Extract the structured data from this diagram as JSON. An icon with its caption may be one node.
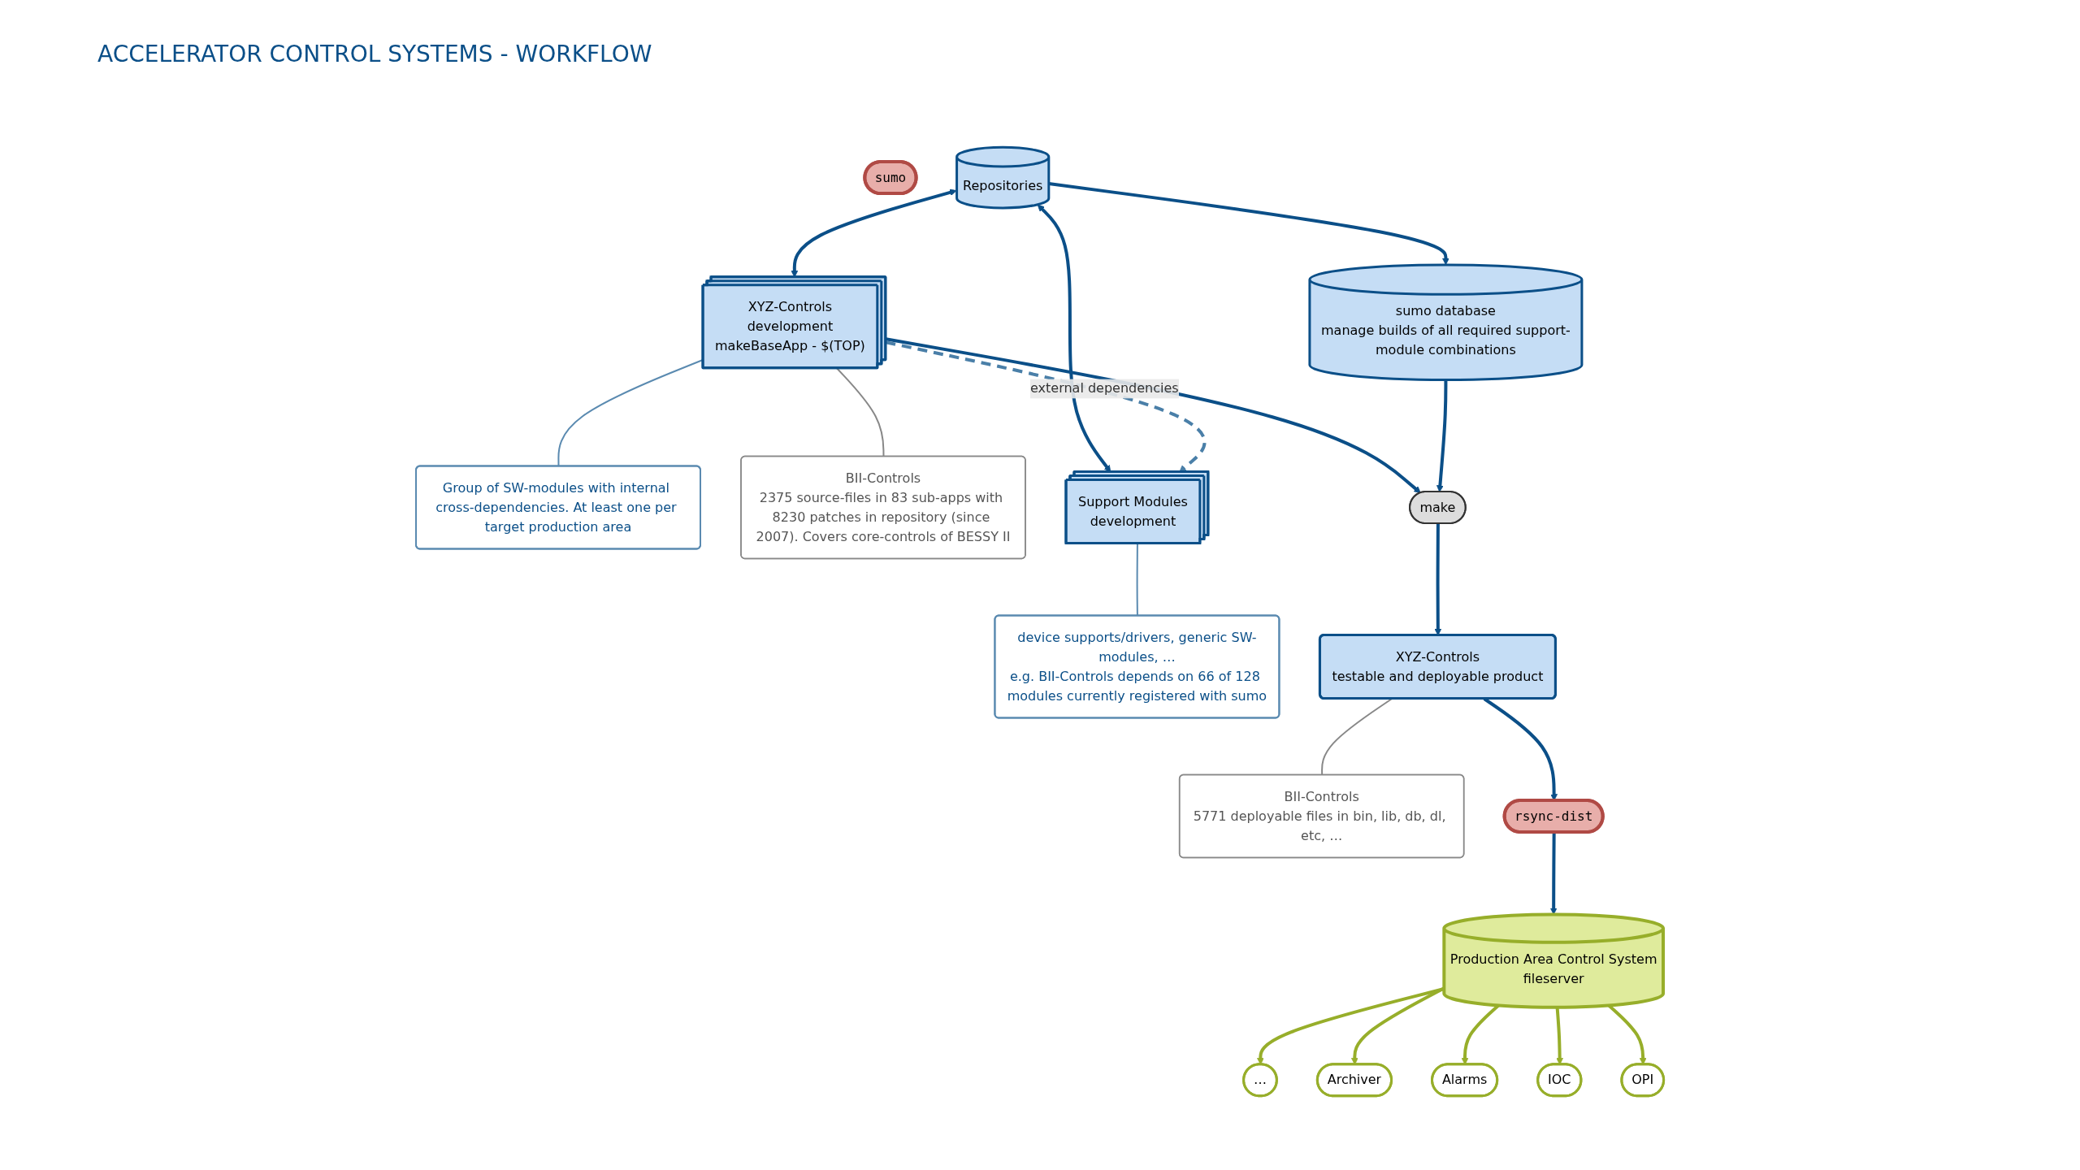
{
  "diagram": {
    "title": "ACCELERATOR CONTROL SYSTEMS - WORKFLOW",
    "nodes": [
      {
        "text": [
          "Repositories"
        ]
      },
      {
        "text": [
          "sumo database",
          "manage builds of all required support-module combinations"
        ]
      },
      {
        "text": [
          "XYZ-Controls",
          "development",
          "makeBaseApp - $(TOP)"
        ]
      },
      {
        "text": [
          "sumo"
        ]
      },
      {
        "text": [
          "Support Modules",
          "development"
        ]
      },
      {
        "text": [
          "make"
        ]
      },
      {
        "text": [
          "XYZ-Controls",
          "testable and deployable product"
        ]
      },
      {
        "text": [
          "rsync-dist"
        ]
      },
      {
        "text": [
          "Production Area Control System",
          "fileserver"
        ]
      },
      {
        "text": [
          "…"
        ]
      },
      {
        "text": [
          "Archiver"
        ]
      },
      {
        "text": [
          "Alarms"
        ]
      },
      {
        "text": [
          "IOC"
        ]
      },
      {
        "text": [
          "OPI"
        ]
      },
      {
        "text": [
          "Group of SW-modules with internal cross-dependencies. At least one per target production area"
        ]
      },
      {
        "text": [
          "device supports/drivers, generic SW-modules, …",
          "e.g. BII-Controls depends on 66 of 128 modules currently registered with sumo"
        ]
      },
      {
        "text": [
          "BII-Controls",
          "2375 source-files in 83 sub-apps with 8230 patches in repository (since 2007). Covers core-controls of BESSY II"
        ]
      },
      {
        "text": [
          "BII-Controls",
          "5771 deployable files in bin, lib, db, dl, etc, …"
        ]
      }
    ],
    "edges": [
      {
        "from": 0,
        "to": 2,
        "arrow": "both"
      },
      {
        "from": 0,
        "to": 1,
        "arrow": "to"
      },
      {
        "from": 0,
        "to": 4,
        "arrow": "both"
      },
      {
        "from": 2,
        "to": 5,
        "arrow": "to"
      },
      {
        "from": 1,
        "to": 5,
        "arrow": "to"
      },
      {
        "from": 2,
        "to": 4,
        "arrow": "to",
        "label": "external dependencies",
        "style": "dashed",
        "color": "#4a7fa8"
      },
      {
        "from": 5,
        "to": 6,
        "arrow": "to"
      },
      {
        "from": 6,
        "to": 7,
        "arrow": "to"
      },
      {
        "from": 7,
        "to": 8,
        "arrow": "to"
      },
      {
        "from": 8,
        "to": 9,
        "arrow": "to",
        "color": "#97ae2a"
      },
      {
        "from": 8,
        "to": 10,
        "arrow": "to",
        "color": "#97ae2a"
      },
      {
        "from": 8,
        "to": 11,
        "arrow": "to",
        "color": "#97ae2a"
      },
      {
        "from": 8,
        "to": 12,
        "arrow": "to",
        "color": "#97ae2a"
      },
      {
        "from": 8,
        "to": 13,
        "arrow": "to",
        "color": "#97ae2a"
      },
      {
        "from": 14,
        "to": 2,
        "arrow": "none",
        "color": "#5a8ab0"
      },
      {
        "from": 15,
        "to": 4,
        "arrow": "none",
        "color": "#5a8ab0"
      },
      {
        "from": 16,
        "to": 2,
        "arrow": "none",
        "color": "#888888"
      },
      {
        "from": 17,
        "to": 6,
        "arrow": "none",
        "color": "#888888"
      }
    ]
  }
}
